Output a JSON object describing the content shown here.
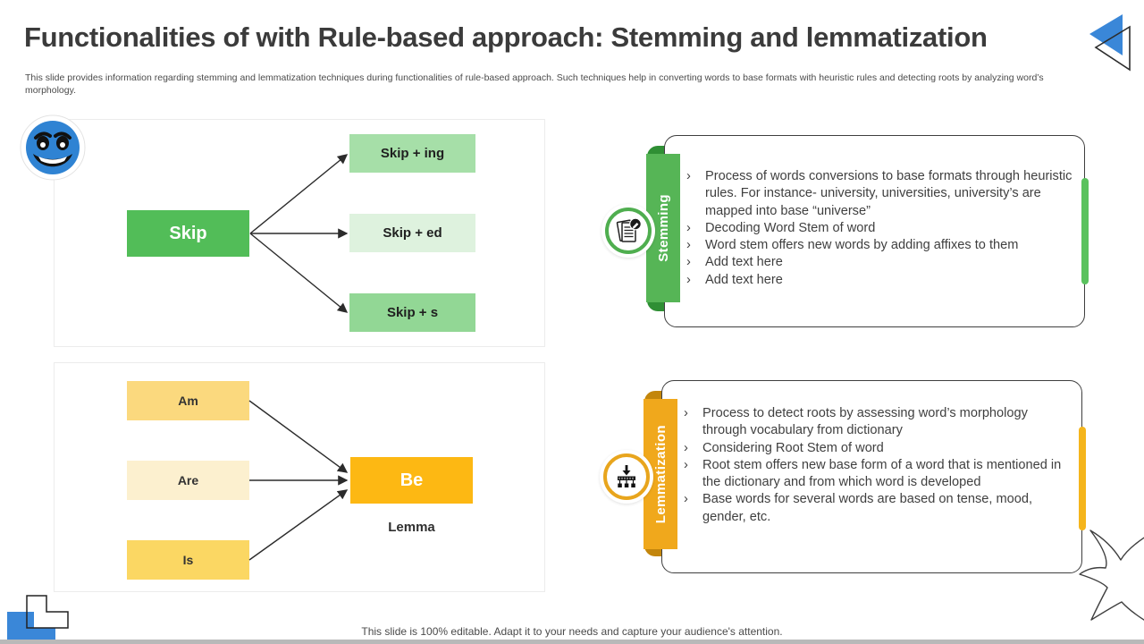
{
  "slide": {
    "title": "Functionalities of with Rule-based approach: Stemming and lemmatization",
    "subtitle": "This slide provides information regarding stemming and lemmatization techniques during functionalities of rule-based approach. Such techniques help in converting words to base formats with heuristic rules and detecting roots by analyzing word’s morphology.",
    "footer": "This slide is 100% editable. Adapt it to your needs and capture your audience's attention."
  },
  "stemming_diagram": {
    "root": {
      "label": "Skip",
      "color": "#52bd58"
    },
    "children": [
      {
        "label": "Skip + ing",
        "color": "#a6dfa8"
      },
      {
        "label": "Skip + ed",
        "color": "#def2de"
      },
      {
        "label": "Skip + s",
        "color": "#92d795"
      }
    ]
  },
  "lemmatization_diagram": {
    "sources": [
      {
        "label": "Am",
        "color": "#fbd97e"
      },
      {
        "label": "Are",
        "color": "#fcf0cf"
      },
      {
        "label": "Is",
        "color": "#fbd763"
      }
    ],
    "target": {
      "label": "Be",
      "color": "#fdb813"
    },
    "caption": "Lemma"
  },
  "stemming_card": {
    "ribbon_label": "Stemming",
    "ribbon_color": "#56b556",
    "fold_color": "#2f8f34",
    "accent_bar_color": "#5ac25e",
    "icon": "document-edit-icon",
    "bullets": [
      "Process of words conversions to base formats through heuristic rules. For instance- university, universities, university’s are mapped into base “universe”",
      "Decoding Word Stem of word",
      "Word stem offers new words by adding affixes to them",
      "Add text here",
      "Add text here"
    ]
  },
  "lemmatization_card": {
    "ribbon_label": "Lemmatization",
    "ribbon_color": "#f0a81c",
    "fold_color": "#c3860c",
    "accent_bar_color": "#f5b51c",
    "icon": "hierarchy-icon",
    "bullets": [
      "Process to detect roots by assessing word’s morphology through vocabulary from dictionary",
      "Considering Root Stem of word",
      "Root stem offers new base form of a word that is mentioned in the dictionary and from which word is developed",
      "Base words for several words are based on tense, mood, gender, etc."
    ]
  },
  "colors": {
    "brand_blue": "#3a87d8",
    "arrow": "#2b2b2b",
    "title_text": "#3b3b3b"
  }
}
